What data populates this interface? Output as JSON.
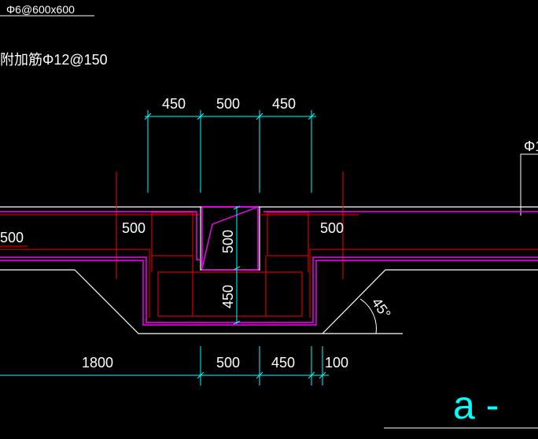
{
  "annotations": {
    "top_left_spec": "Φ6@600x600",
    "rebar_note": "附加筋Φ12@150",
    "right_edge_marker": "Φ1"
  },
  "dimensions": {
    "top_chain": [
      "450",
      "500",
      "450"
    ],
    "left_inner": "500",
    "left_edge": "500",
    "right_inner": "500",
    "center_upper_vertical": "500",
    "center_lower_vertical": "450",
    "bottom_chain": [
      "1800",
      "500",
      "450",
      "100"
    ],
    "slope_angle": "45°"
  },
  "section_label": "a -",
  "colors": {
    "background": "#000000",
    "outline": "#ffffff",
    "dimension": "#00ffff",
    "rebar": "#ff00ff",
    "concrete": "#ff0000",
    "text": "#ffffff"
  }
}
